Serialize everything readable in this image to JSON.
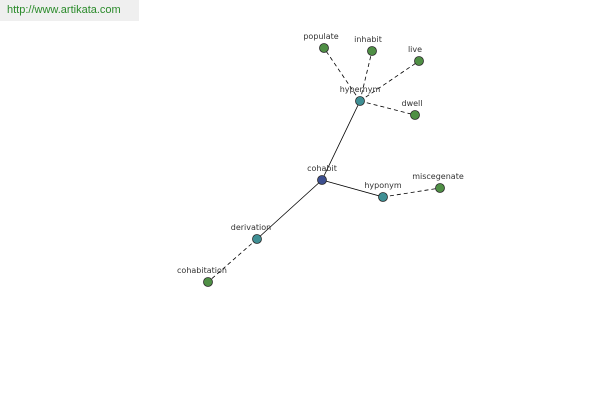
{
  "banner": {
    "url_text": "http://www.artikata.com"
  },
  "colors": {
    "banner_text": "#2a8a2a",
    "banner_bg": "#efefef",
    "root_node": "#3d4f8f",
    "relation_node": "#3f8f94",
    "word_node": "#4f8f45",
    "node_stroke": "#2a2a2a",
    "edge": "#000000"
  },
  "graph": {
    "root": {
      "id": "cohabit",
      "label": "cohabit"
    },
    "relations": [
      {
        "id": "hypernym",
        "label": "hypernym"
      },
      {
        "id": "hyponym",
        "label": "hyponym"
      },
      {
        "id": "derivation",
        "label": "derivation"
      }
    ],
    "words": [
      {
        "id": "populate",
        "label": "populate",
        "relation": "hypernym"
      },
      {
        "id": "inhabit",
        "label": "inhabit",
        "relation": "hypernym"
      },
      {
        "id": "live",
        "label": "live",
        "relation": "hypernym"
      },
      {
        "id": "dwell",
        "label": "dwell",
        "relation": "hypernym"
      },
      {
        "id": "miscegenate",
        "label": "miscegenate",
        "relation": "hyponym"
      },
      {
        "id": "cohabitation",
        "label": "cohabitation",
        "relation": "derivation"
      }
    ]
  }
}
